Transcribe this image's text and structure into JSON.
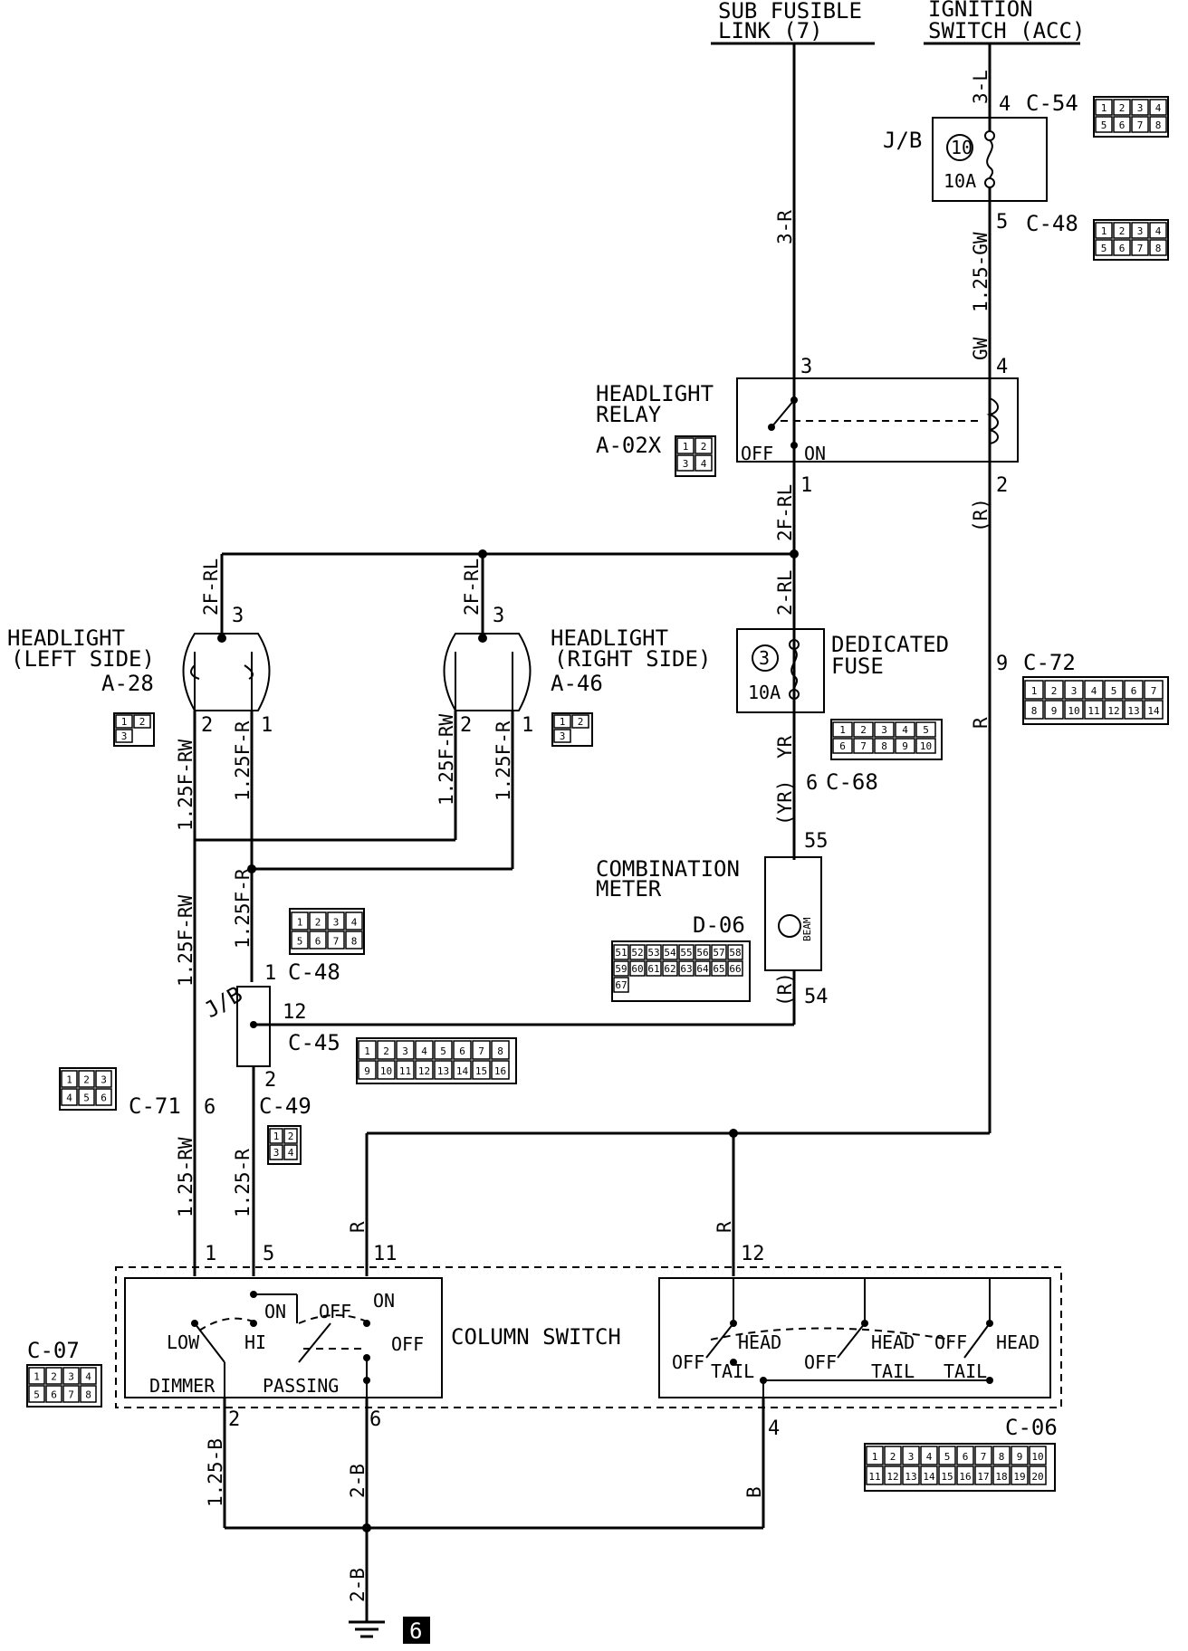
{
  "sources": {
    "sub_fusible_link": [
      "SUB FUSIBLE",
      "LINK (7)"
    ],
    "ignition_switch": [
      "IGNITION",
      "SWITCH (ACC)"
    ]
  },
  "components": {
    "jb_fuse": {
      "name": "J/B",
      "number": "10",
      "rating": "10A"
    },
    "headlight_relay": {
      "name": [
        "HEADLIGHT",
        "RELAY"
      ],
      "code": "A-02X",
      "off": "OFF",
      "on": "ON"
    },
    "headlight_left": {
      "name": [
        "HEADLIGHT",
        "(LEFT SIDE)"
      ],
      "code": "A-28"
    },
    "headlight_right": {
      "name": [
        "HEADLIGHT",
        "(RIGHT SIDE)"
      ],
      "code": "A-46"
    },
    "dedicated_fuse": {
      "name": [
        "DEDICATED",
        "FUSE"
      ],
      "number": "3",
      "rating": "10A"
    },
    "combination_meter": {
      "name": [
        "COMBINATION",
        "METER"
      ],
      "code": "D-06",
      "lamp": "BEAM"
    },
    "jb_lower": "J/B",
    "column_switch": {
      "name": "COLUMN SWITCH",
      "code": "C-07",
      "code_right": "C-06",
      "low": "LOW",
      "hi": "HI",
      "on": "ON",
      "off": "OFF",
      "dimmer": "DIMMER",
      "passing": "PASSING",
      "head": "HEAD",
      "tail": "TAIL"
    },
    "ground": "6"
  },
  "connectors": {
    "c54": "C-54",
    "c48": "C-48",
    "c72": "C-72",
    "c68": "C-68",
    "c45": "C-45",
    "c71": "C-71",
    "c49": "C-49"
  },
  "wires": {
    "3l": "3-L",
    "3r": "3-R",
    "gw125": "1.25-GW",
    "gw": "GW",
    "r_paren": "(R)",
    "r": "R",
    "rl2f": "2F-RL",
    "rl2": "2-RL",
    "yr": "YR",
    "yr_paren": "(YR)",
    "rw125f": "1.25F-RW",
    "r125f": "1.25F-R",
    "rw125": "1.25-RW",
    "r125": "1.25-R",
    "b125": "1.25-B",
    "b2": "2-B",
    "b": "B"
  },
  "pins": {
    "p1": "1",
    "p2": "2",
    "p3": "3",
    "p4": "4",
    "p5": "5",
    "p6": "6",
    "p9": "9",
    "p11": "11",
    "p12": "12",
    "p54": "54",
    "p55": "55"
  },
  "connector_faces": {
    "c54": [
      "1",
      "2",
      "3",
      "4",
      "5",
      "6",
      "7",
      "8"
    ],
    "c48": [
      "1",
      "2",
      "3",
      "4",
      "5",
      "6",
      "7",
      "8"
    ],
    "a02x": [
      "1",
      "2",
      "3",
      "4"
    ],
    "a28": [
      "1",
      "2",
      "3"
    ],
    "a46": [
      "1",
      "2",
      "3"
    ],
    "c72": [
      "1",
      "2",
      "3",
      "4",
      "5",
      "6",
      "7",
      "8",
      "9",
      "10",
      "11",
      "12",
      "13",
      "14"
    ],
    "c68": [
      "1",
      "2",
      "3",
      "4",
      "5",
      "6",
      "7",
      "8",
      "9",
      "10"
    ],
    "c48b": [
      "1",
      "2",
      "3",
      "4",
      "5",
      "6",
      "7",
      "8"
    ],
    "d06": [
      "51",
      "52",
      "53",
      "54",
      "55",
      "56",
      "57",
      "58",
      "59",
      "60",
      "61",
      "62",
      "63",
      "64",
      "65",
      "66",
      "67"
    ],
    "c45": [
      "1",
      "2",
      "3",
      "4",
      "5",
      "6",
      "7",
      "8",
      "9",
      "10",
      "11",
      "12",
      "13",
      "14",
      "15",
      "16"
    ],
    "c71": [
      "1",
      "2",
      "3",
      "4",
      "5",
      "6"
    ],
    "c49": [
      "1",
      "2",
      "3",
      "4"
    ],
    "c07": [
      "1",
      "2",
      "3",
      "4",
      "5",
      "6",
      "7",
      "8"
    ],
    "c06": [
      "1",
      "2",
      "3",
      "4",
      "5",
      "6",
      "7",
      "8",
      "9",
      "10",
      "11",
      "12",
      "13",
      "14",
      "15",
      "16",
      "17",
      "18",
      "19",
      "20"
    ]
  }
}
